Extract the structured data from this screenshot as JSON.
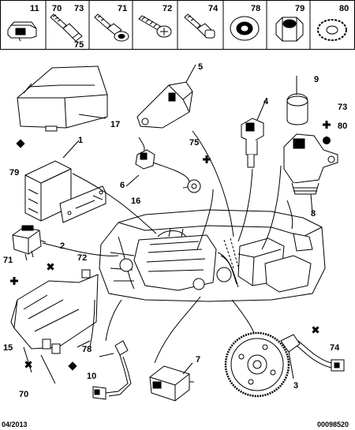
{
  "header_parts": [
    "11",
    "70",
    "73",
    "75",
    "71",
    "72",
    "74",
    "78",
    "79",
    "80"
  ],
  "callouts": [
    "1",
    "2",
    "3",
    "4",
    "5",
    "6",
    "7",
    "8",
    "9",
    "10",
    "15",
    "16",
    "17",
    "70",
    "71",
    "72",
    "73",
    "74",
    "75",
    "78",
    "79",
    "80"
  ],
  "footer": {
    "date": "04/2013",
    "ref": "00098520"
  }
}
